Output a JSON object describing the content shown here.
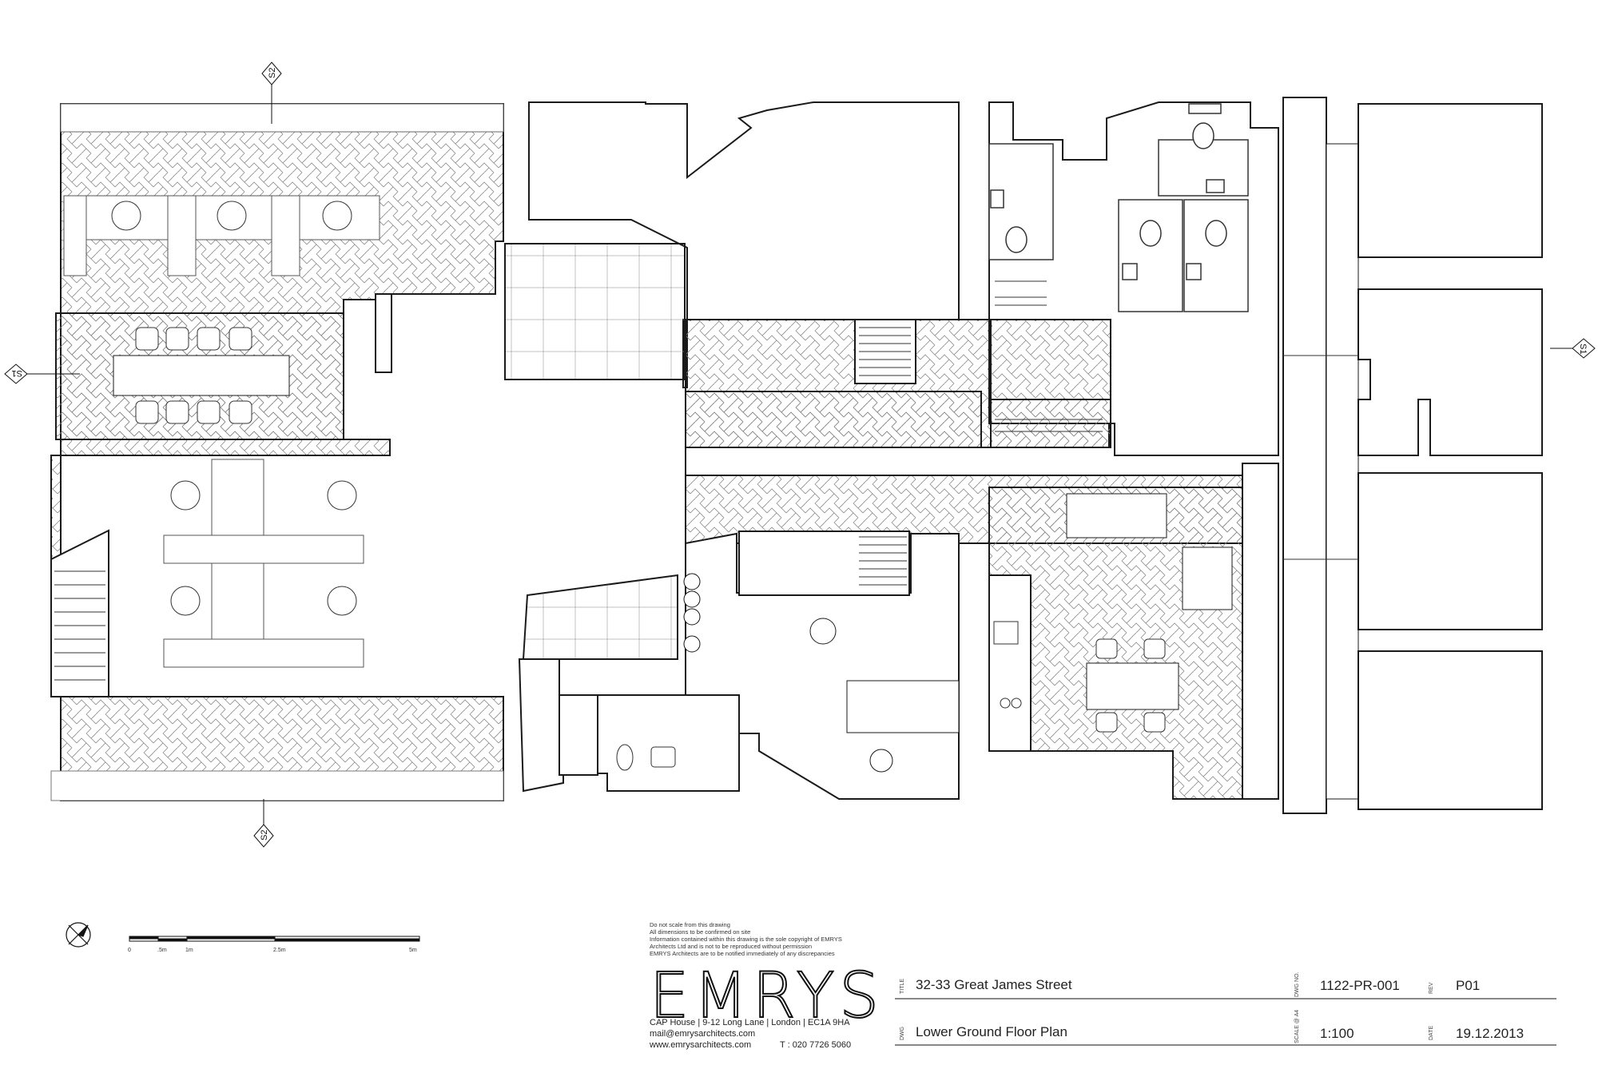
{
  "plan": {
    "section_markers": [
      "S2",
      "S2",
      "S1",
      "S1"
    ]
  },
  "scale_bar": {
    "labels": [
      "0",
      ".5m",
      "1m",
      "2.5m",
      "5m"
    ]
  },
  "notes": [
    "Do not scale from this drawing",
    "All dimensions to be confirmed on site",
    "Information contained within this drawing is the sole copyright of EMRYS",
    "Architects Ltd and is not to be reproduced without permission",
    "EMRYS Architects are to be notified immediately of any discrepancies"
  ],
  "practice": {
    "logo": "EMRYS",
    "address": "CAP House | 9-12 Long Lane | London | EC1A 9HA",
    "email": "mail@emrysarchitects.com",
    "website": "www.emrysarchitects.com",
    "phone": "T : 020 7726 5060"
  },
  "title_block": {
    "title_label": "TITLE",
    "title": "32-33 Great James Street",
    "dwg_no_label": "DWG NO.",
    "dwg_no": "1122-PR-001",
    "rev_label": "REV",
    "rev": "P01",
    "dwg_label": "DWG",
    "dwg": "Lower Ground Floor Plan",
    "scale_label": "SCALE @ A4",
    "scale": "1:100",
    "date_label": "DATE",
    "date": "19.12.2013"
  },
  "colors": {
    "line": "#1a1a1a",
    "hatch": "#8a8a8a",
    "paper": "#ffffff"
  }
}
